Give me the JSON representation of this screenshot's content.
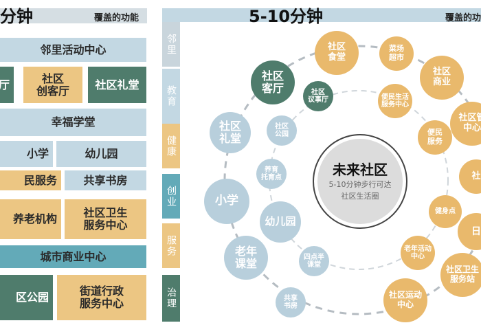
{
  "colors": {
    "light_blue": "#c3d8e3",
    "tan": "#ecc683",
    "green": "#4f7c6c",
    "teal": "#63aab8",
    "circle_blue": "#b8cfdc",
    "circle_orange": "#e9b96c"
  },
  "left": {
    "title": "分钟",
    "subtitle": "覆盖的功能",
    "cells": [
      "邻里活动中心",
      "客厅",
      "社区\n创客厅",
      "社区礼堂",
      "幸福学堂",
      "小学",
      "幼儿园",
      "民服务",
      "共享书房",
      "养老机构",
      "社区卫生\n服务中心",
      "城市商业中心",
      "区公园",
      "街道行政\n服务中心"
    ]
  },
  "right": {
    "title": "5-10分钟",
    "subtitle": "覆盖的功",
    "side": [
      "邻里",
      "教育",
      "健康",
      "创业",
      "服务",
      "治理"
    ],
    "center": {
      "title": "未来社区",
      "line1": "5-10分钟步行可达",
      "line2": "社区生活圈"
    },
    "circles": [
      {
        "label": "社区\n客厅",
        "color": "green"
      },
      {
        "label": "社区\n议事厅",
        "color": "green"
      },
      {
        "label": "社区\n礼堂",
        "color": "blue"
      },
      {
        "label": "社区\n公园",
        "color": "blue"
      },
      {
        "label": "养育\n托育点",
        "color": "blue"
      },
      {
        "label": "小学",
        "color": "blue"
      },
      {
        "label": "幼儿园",
        "color": "blue"
      },
      {
        "label": "老年\n课堂",
        "color": "blue"
      },
      {
        "label": "四点半\n课堂",
        "color": "blue"
      },
      {
        "label": "共享\n书房",
        "color": "blue"
      },
      {
        "label": "社区\n食堂",
        "color": "orange"
      },
      {
        "label": "菜场\n超市",
        "color": "orange"
      },
      {
        "label": "社区\n商业",
        "color": "orange"
      },
      {
        "label": "便民生活\n服务中心",
        "color": "orange"
      },
      {
        "label": "社区管\n中心",
        "color": "orange"
      },
      {
        "label": "便民\n服务",
        "color": "orange"
      },
      {
        "label": "社",
        "color": "orange"
      },
      {
        "label": "健身点",
        "color": "orange"
      },
      {
        "label": "日",
        "color": "orange"
      },
      {
        "label": "老年活动\n中心",
        "color": "orange"
      },
      {
        "label": "社区卫生\n服务站",
        "color": "orange"
      },
      {
        "label": "社区运动\n中心",
        "color": "orange"
      }
    ]
  }
}
